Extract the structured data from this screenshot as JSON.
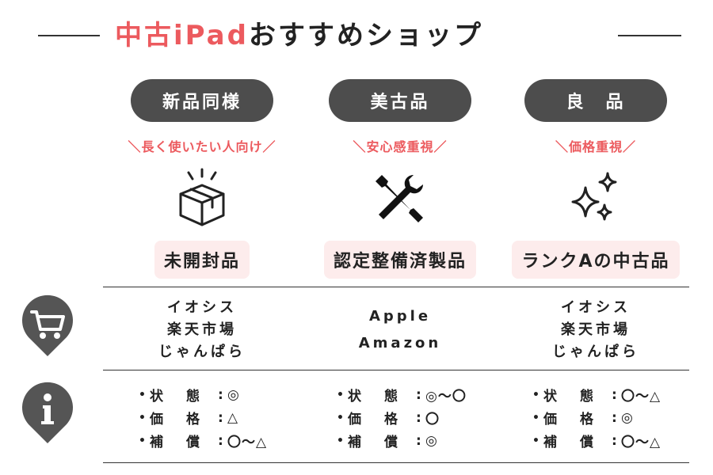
{
  "title": {
    "accent": "中古iPad",
    "rest": "おすすめショップ"
  },
  "columns": [
    {
      "grade": "新品同様",
      "tagline": "＼長く使いたい人向け／",
      "icon": "open-box-icon",
      "condition": "未開封品",
      "shops": [
        "イオシス",
        "楽天市場",
        "じゃんぱら"
      ],
      "specs": [
        {
          "label": "状　態",
          "value": "◎"
        },
        {
          "label": "価　格",
          "value": "△"
        },
        {
          "label": "補　償",
          "value": "〇〜△"
        }
      ]
    },
    {
      "grade": "美古品",
      "tagline": "＼安心感重視／",
      "icon": "wrench-screwdriver-icon",
      "condition": "認定整備済製品",
      "shops": [
        "Apple",
        "Amazon"
      ],
      "specs": [
        {
          "label": "状　態",
          "value": "◎〜〇"
        },
        {
          "label": "価　格",
          "value": "〇"
        },
        {
          "label": "補　償",
          "value": "◎"
        }
      ]
    },
    {
      "grade": "良　品",
      "tagline": "＼価格重視／",
      "icon": "sparkle-icon",
      "condition": "ランクAの中古品",
      "shops": [
        "イオシス",
        "楽天市場",
        "じゃんぱら"
      ],
      "specs": [
        {
          "label": "状　態",
          "value": "〇〜△"
        },
        {
          "label": "価　格",
          "value": "◎"
        },
        {
          "label": "補　償",
          "value": "〇〜△"
        }
      ]
    }
  ],
  "row_icons": {
    "shops": "cart-pin-icon",
    "specs": "info-pin-icon"
  },
  "colors": {
    "accent": "#ec5a5e",
    "pill": "#4d4d4d",
    "badge_bg": "#fdecec",
    "icon": "#555555"
  }
}
